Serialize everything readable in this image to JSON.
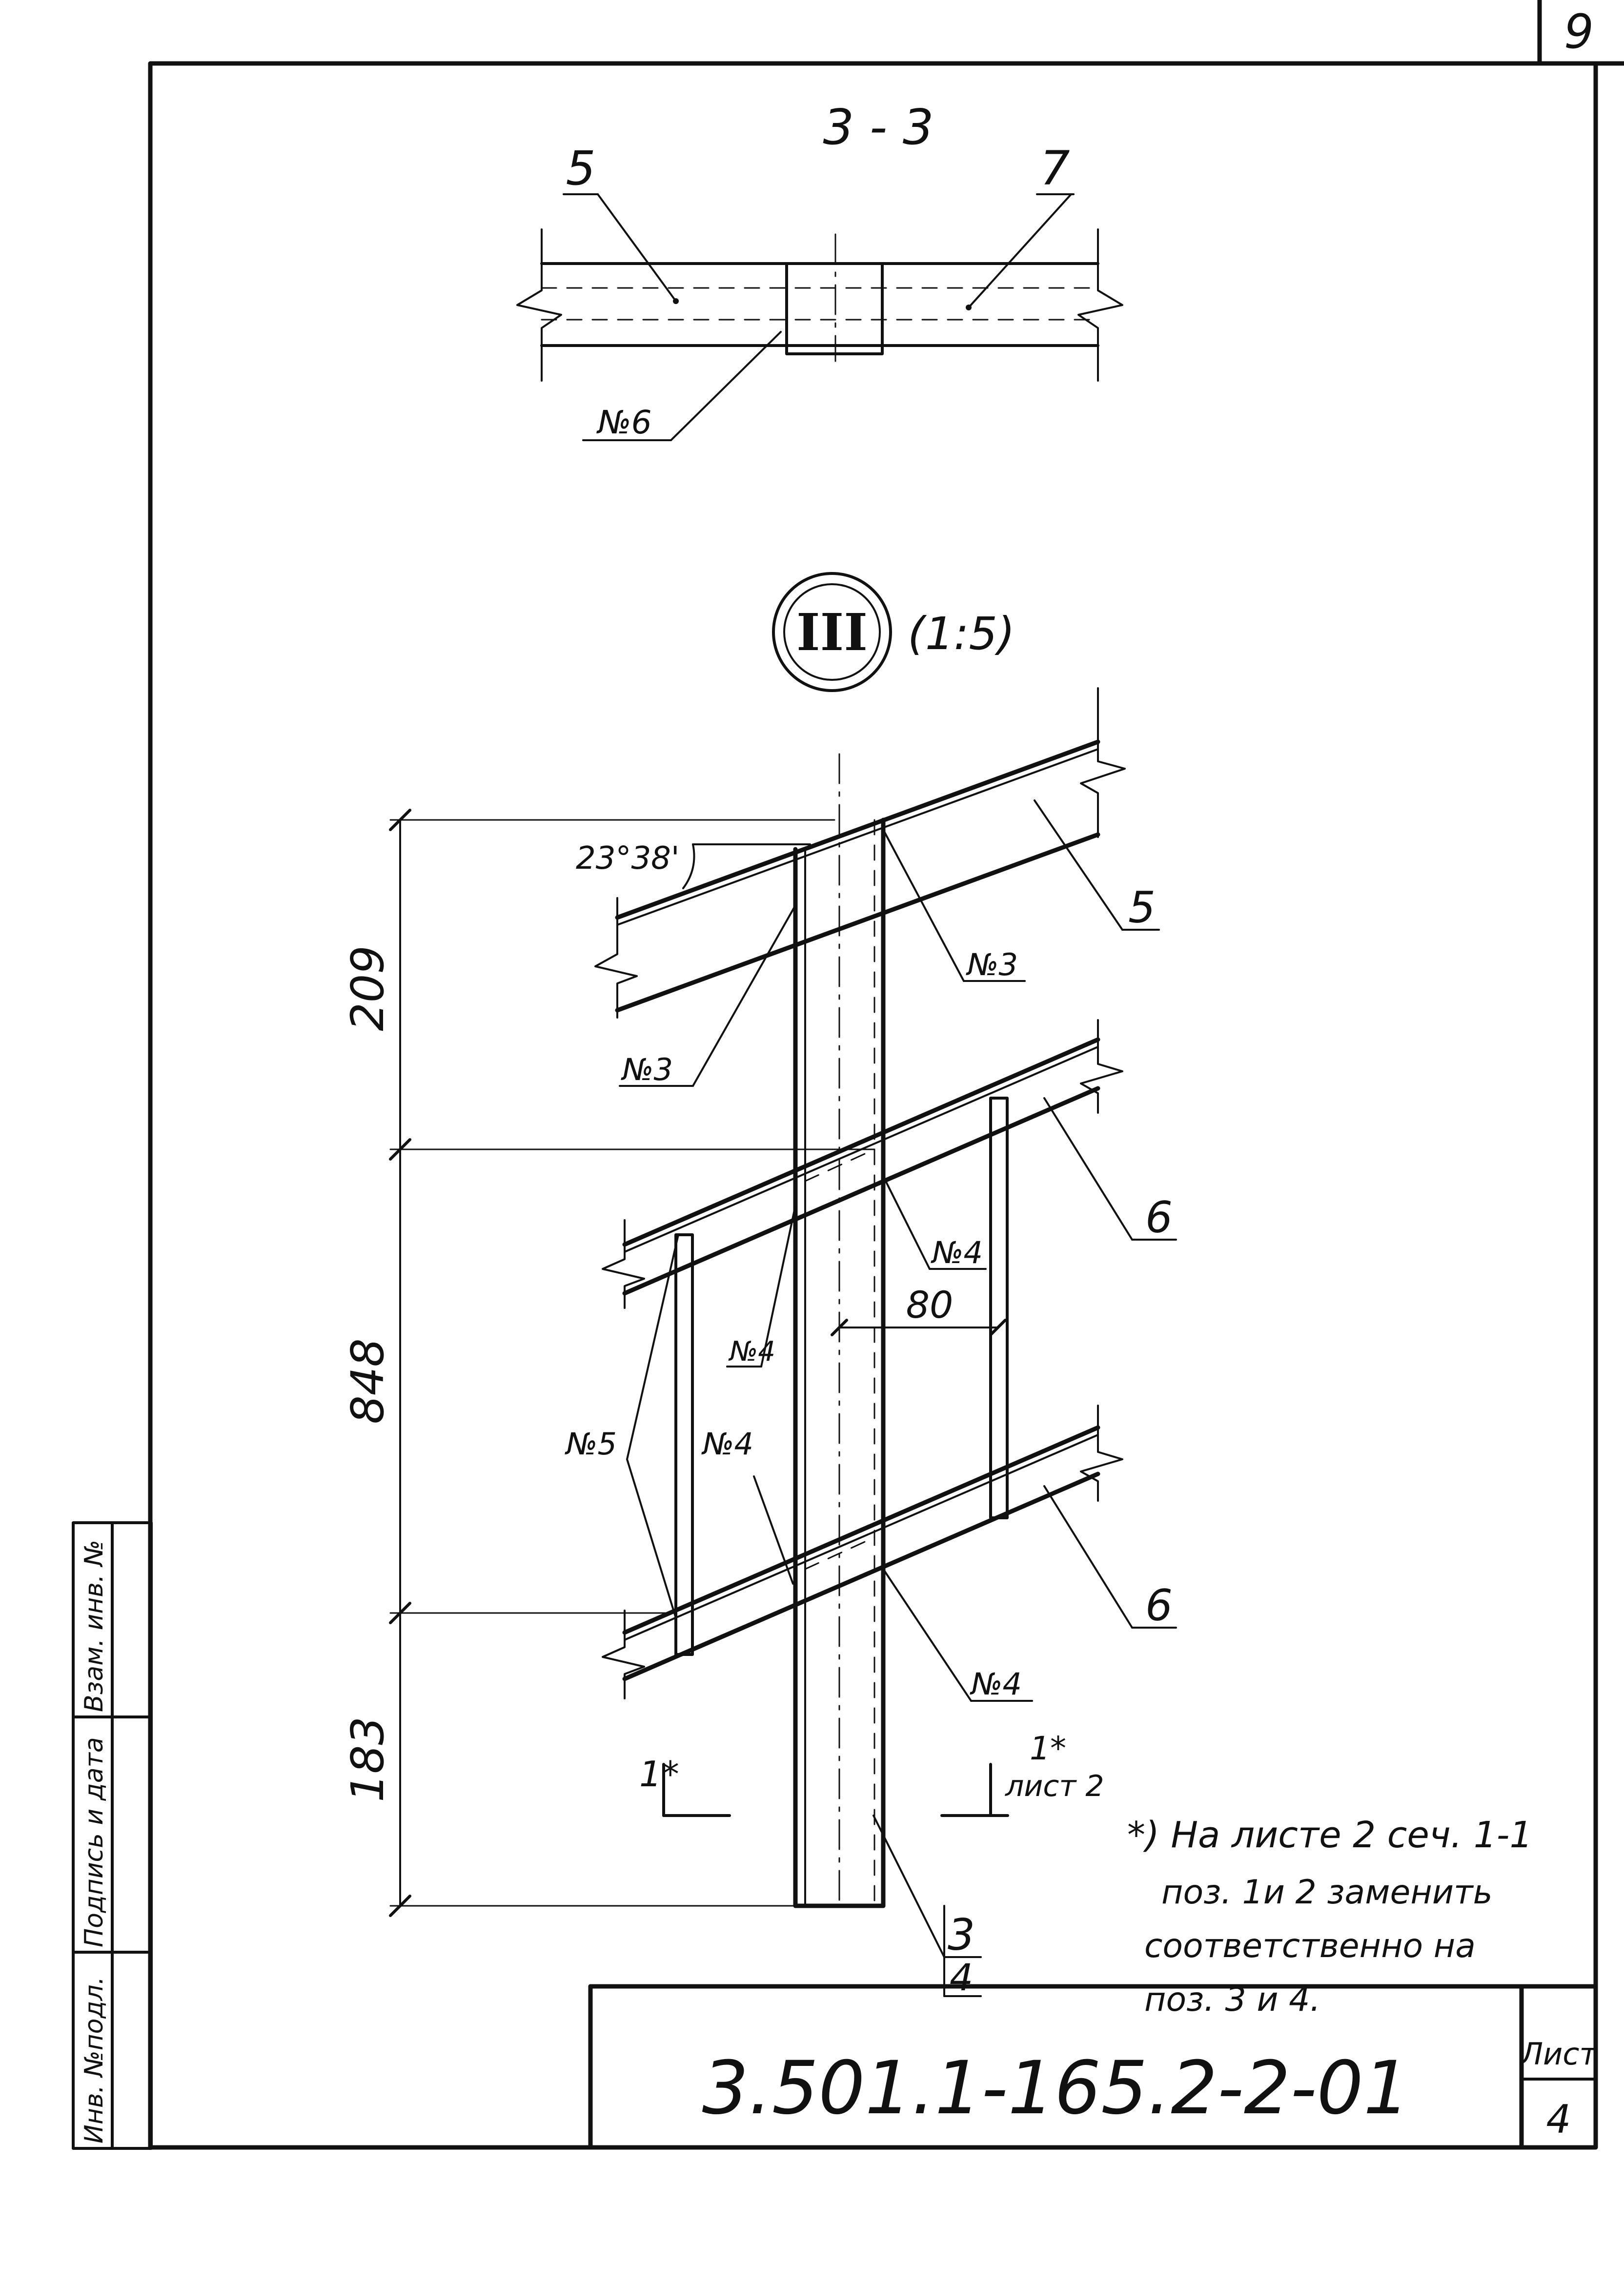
{
  "sheet": {
    "corner_number": "9",
    "drawing_code": "3.501.1-165.2-2-01",
    "sheet_label": "Лист",
    "sheet_number": "4"
  },
  "side_stamp": {
    "col1": "Инв. №подл.",
    "col2": "Подпись и дата",
    "col3": "Взам. инв. №"
  },
  "section_3_3": {
    "title": "3 - 3",
    "pos_left": "5",
    "pos_right": "7",
    "weld": "№6"
  },
  "detail_III": {
    "marker": "III",
    "scale": "(1:5)",
    "angle": "23°38'",
    "dims": [
      "209",
      "848",
      "183",
      "80"
    ],
    "pos_top_beam": "5",
    "pos_mid_beam": "6",
    "pos_low_beam": "6",
    "pos_post_a": "3",
    "pos_post_b": "4",
    "welds": {
      "top_right": "№3",
      "top_left": "№3",
      "mid_right": "№4",
      "mid_left": "№4",
      "low_left": "№4",
      "low_right": "№4",
      "stiffener": "№5"
    },
    "section_mark_left": "1*",
    "section_mark_right": "1*",
    "section_mark_sheet": "лист 2"
  },
  "note": {
    "line1": "*) На листе 2 сеч. 1-1",
    "line2": "поз. 1и 2 заменить",
    "line3": "соответственно на",
    "line4": "поз. 3 и 4."
  }
}
